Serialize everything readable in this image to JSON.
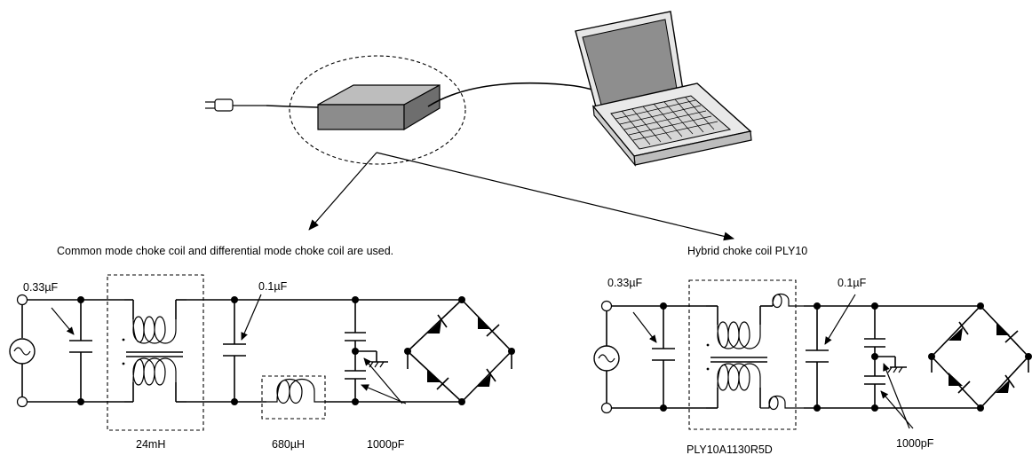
{
  "captions": {
    "left": "Common mode choke coil and differential mode choke coil are used.",
    "right": "Hybrid choke coil PLY10"
  },
  "left_circuit": {
    "cap_input": "0.33µF",
    "cap_mid": "0.1µF",
    "choke_common": "24mH",
    "choke_diff": "680µH",
    "cap_y": "1000pF"
  },
  "right_circuit": {
    "cap_input": "0.33µF",
    "cap_mid": "0.1µF",
    "choke_part": "PLY10A1130R5D",
    "cap_y": "1000pF"
  }
}
